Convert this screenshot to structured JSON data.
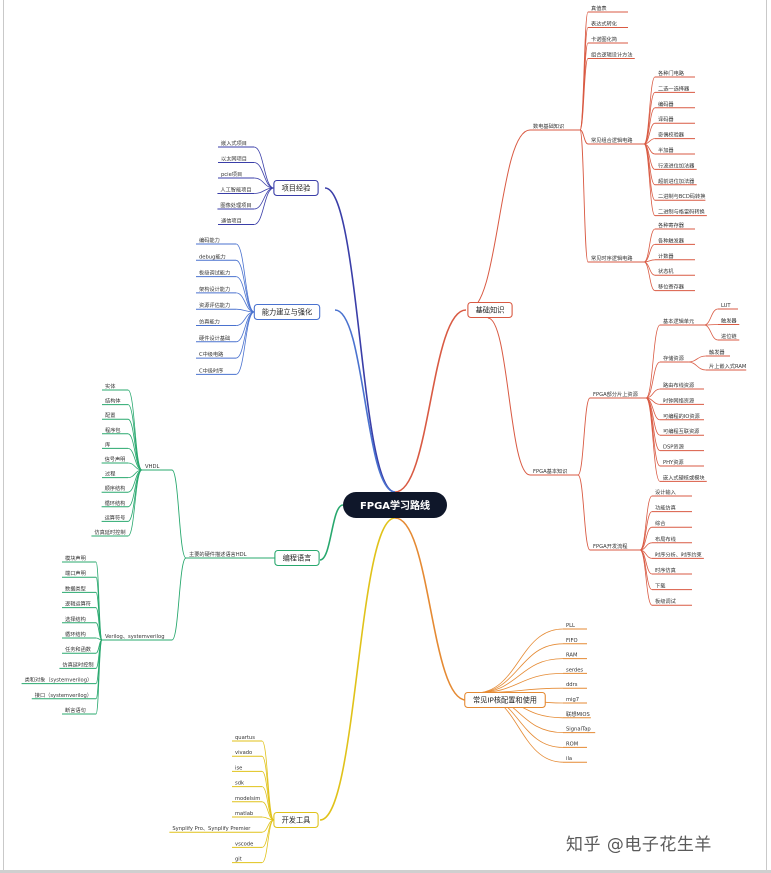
{
  "root": "FPGA学习路线",
  "watermark": "知乎 @电子花生羊",
  "colors": {
    "root_bg": "#0f172a",
    "project": "#3a3ea8",
    "ability": "#4a72cf",
    "language": "#28a86e",
    "tools": "#e0c21a",
    "basics": "#d95a43",
    "ip": "#e58a33"
  },
  "branches": {
    "project": {
      "label": "项目经验",
      "items": [
        "嵌入式项目",
        "以太网项目",
        "pcie项目",
        "人工智能项目",
        "图像处理项目",
        "通信项目"
      ]
    },
    "ability": {
      "label": "能力建立与强化",
      "items": [
        "编码能力",
        "debug能力",
        "板级调试能力",
        "架构设计能力",
        "资源评估能力",
        "仿真能力",
        "硬件设计基础",
        "C中级电路",
        "C中级时序"
      ]
    },
    "language": {
      "label": "编程语言",
      "sub": "主要的硬件描述语言HDL",
      "vhdl": {
        "label": "VHDL",
        "items": [
          "实体",
          "结构体",
          "配置",
          "程序包",
          "库",
          "信号声明",
          "过程",
          "顺序结构",
          "循环结构",
          "运算符号",
          "仿真延时控制"
        ]
      },
      "verilog": {
        "label": "Verilog、systemverilog",
        "items": [
          "模块声明",
          "端口声明",
          "数据类型",
          "逻辑运算符",
          "选择结构",
          "循环结构",
          "任务和函数",
          "仿真延时控制",
          "类和对象（systemverilog）",
          "接口（systemverilog）",
          "断言语句"
        ]
      }
    },
    "tools": {
      "label": "开发工具",
      "items": [
        "quartus",
        "vivado",
        "ise",
        "sdk",
        "modelsim",
        "matlab",
        "Synplify Pro、Synplify Premier",
        "vscode",
        "git"
      ]
    },
    "basics": {
      "label": "基础知识",
      "digital": {
        "label": "数电基础知识",
        "top": [
          "真值表",
          "表达式转化",
          "卡诺图化简",
          "组合逻辑设计方法"
        ],
        "comb": {
          "label": "常见组合逻辑电路",
          "items": [
            "各种门电路",
            "二选一选择器",
            "编码器",
            "译码器",
            "奇偶校验器",
            "半加器",
            "行波进位加法器",
            "超前进位加法器",
            "二进制与BCD码转换",
            "二进制与格雷码转换"
          ]
        },
        "seq": {
          "label": "常见时序逻辑电路",
          "items": [
            "各种寄存器",
            "各种触发器",
            "计数器",
            "状态机",
            "移位寄存器"
          ]
        }
      },
      "fpga": {
        "label": "FPGA基本知识",
        "res": {
          "label": "FPGA部分片上资源",
          "logic": {
            "label": "基本逻辑单元",
            "items": [
              "LUT",
              "触发器",
              "进位链"
            ]
          },
          "storage": {
            "label": "存储资源",
            "items": [
              "触发器",
              "片上嵌入式RAM"
            ]
          },
          "items": [
            "路由布线资源",
            "时钟网络资源",
            "可编程的IO资源",
            "可编程互联资源",
            "DSP资源",
            "PHY资源",
            "嵌入式硬核或模块"
          ]
        },
        "flow": {
          "label": "FPGA开发流程",
          "items": [
            "设计输入",
            "功能仿真",
            "综合",
            "布局布线",
            "时序分析、时序约束",
            "时序仿真",
            "下载",
            "板级调试"
          ]
        }
      }
    },
    "ip": {
      "label": "常见IP核配置和使用",
      "items": [
        "PLL",
        "FIFO",
        "RAM",
        "serdes",
        "ddrs",
        "mig7",
        "联想MIOS",
        "SignalTap",
        "ROM",
        "ila"
      ]
    }
  }
}
